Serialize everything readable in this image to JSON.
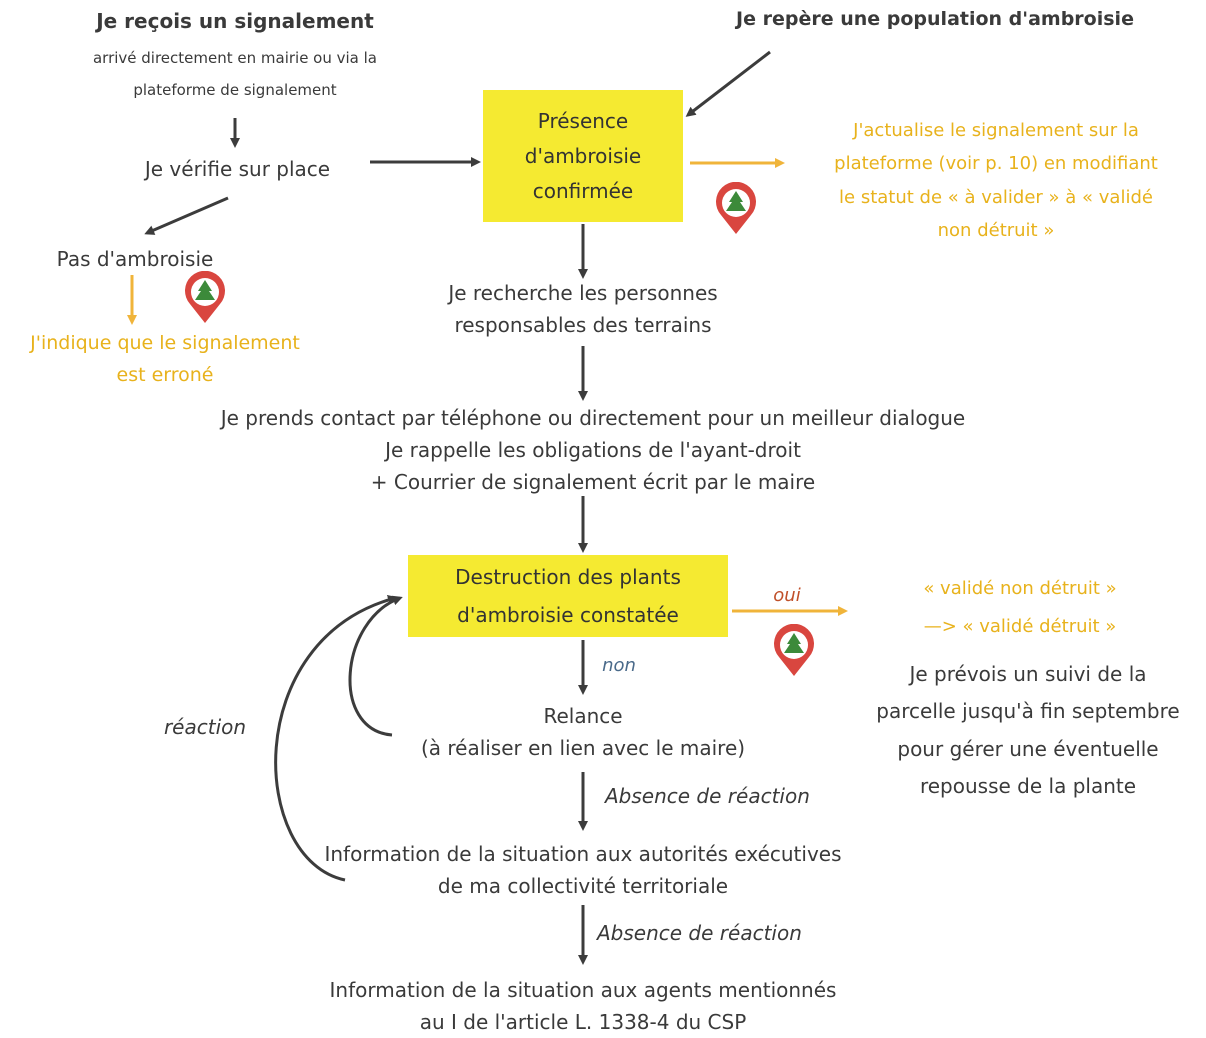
{
  "colors": {
    "box_fill": "#f5ea31",
    "orange_text": "#e8b21c",
    "arrow_dark": "#3c3c3c",
    "arrow_orange": "#f0b43a",
    "pin_red": "#d9463f",
    "pin_green": "#3c8a3a"
  },
  "icons": {
    "pin": "ambrosia-location-pin-icon"
  },
  "start": {
    "title": "Je reçois un signalement",
    "subtitle_line1": "arrivé directement en mairie ou via la",
    "subtitle_line2": "plateforme de signalement"
  },
  "spot": {
    "title": "Je repère une population d'ambroisie"
  },
  "verify": {
    "label": "Je vérifie sur place"
  },
  "confirmed_box": {
    "line1": "Présence",
    "line2": "d'ambroisie",
    "line3": "confirmée"
  },
  "update_note": {
    "line1": "J'actualise le signalement sur la",
    "line2": "plateforme (voir p. 10) en modifiant",
    "line3": "le statut de « à valider » à « validé",
    "line4": "non détruit »"
  },
  "no_ambrosia": {
    "label": "Pas d'ambroisie",
    "note_line1": "J'indique que le signalement",
    "note_line2": "est erroné"
  },
  "search": {
    "line1": "Je recherche les personnes",
    "line2": "responsables des terrains"
  },
  "contact": {
    "line1": "Je prends contact par téléphone ou directement pour un meilleur dialogue",
    "line2": "Je rappelle les obligations de l'ayant-droit",
    "line3": "+ Courrier de signalement écrit par le maire"
  },
  "destruction_box": {
    "line1": "Destruction des plants",
    "line2": "d'ambroisie constatée"
  },
  "yes_label": "oui",
  "no_label": "non",
  "validated": {
    "line1": "« validé non détruit »",
    "line2": "—> « validé détruit »"
  },
  "followup": {
    "line1": "Je prévois un suivi de la",
    "line2": "parcelle jusqu'à fin septembre",
    "line3": "pour gérer une éventuelle",
    "line4": "repousse de la plante"
  },
  "reaction_label": "réaction",
  "relance": {
    "line1": "Relance",
    "line2": "(à réaliser en lien avec le maire)"
  },
  "absence1": "Absence de réaction",
  "info_exec": {
    "line1": "Information de la situation aux autorités exécutives",
    "line2": "de ma collectivité territoriale"
  },
  "absence2": "Absence de réaction",
  "info_agents": {
    "line1": "Information de la situation aux agents mentionnés",
    "line2": "au I de l'article L. 1338-4 du CSP"
  }
}
